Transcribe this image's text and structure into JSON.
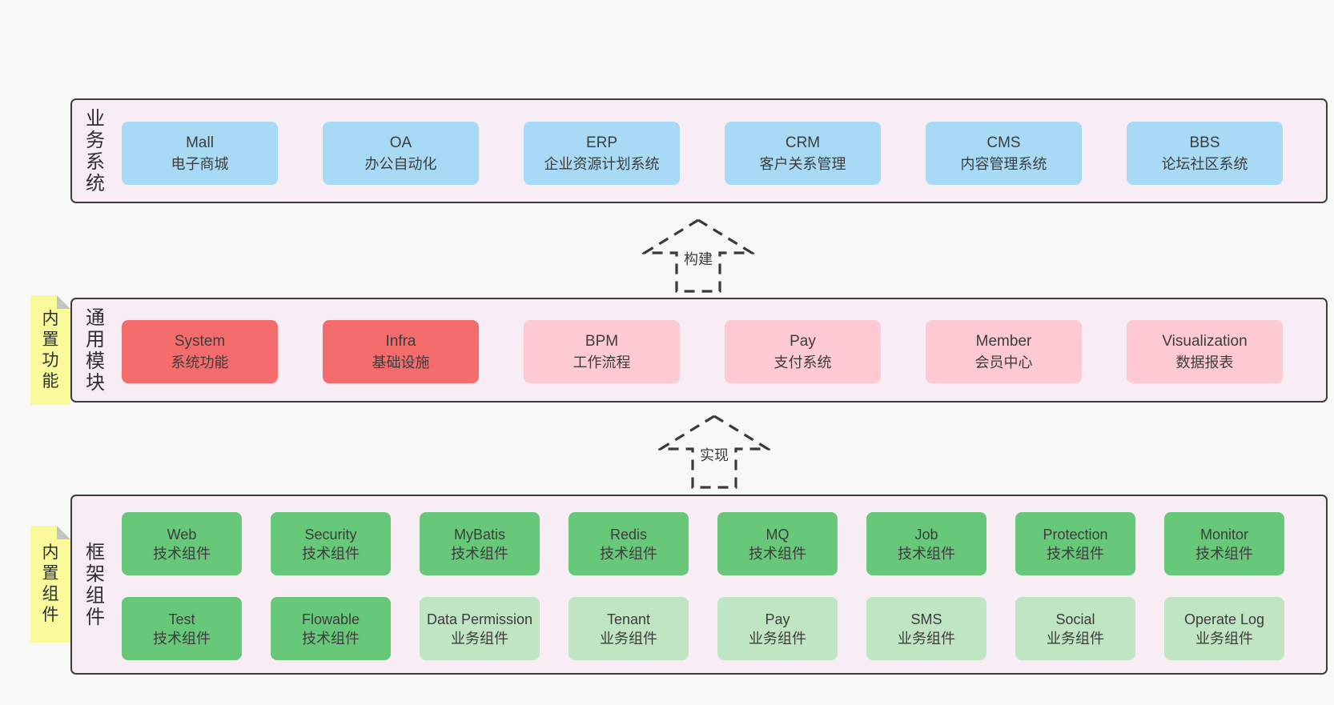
{
  "diagram": {
    "colors": {
      "page-bg": "#f8f8f8",
      "band-bg": "#f8edf5",
      "band-border": "#3d3d3d",
      "blue": "#a9daf5",
      "red": "#f56c6c",
      "pink": "#fdc9d3",
      "green-dark": "#67c87a",
      "green-light": "#bfe5c3",
      "note-bg": "#fafa9b",
      "note-fold": "#c2c4c6",
      "text": "#3c3c3c"
    },
    "bands": [
      {
        "label": "业务系统",
        "note": null,
        "rows": [
          [
            {
              "title": "Mall",
              "subtitle": "电子商城",
              "variant": "blue"
            },
            {
              "title": "OA",
              "subtitle": "办公自动化",
              "variant": "blue"
            },
            {
              "title": "ERP",
              "subtitle": "企业资源计划系统",
              "variant": "blue"
            },
            {
              "title": "CRM",
              "subtitle": "客户关系管理",
              "variant": "blue"
            },
            {
              "title": "CMS",
              "subtitle": "内容管理系统",
              "variant": "blue"
            },
            {
              "title": "BBS",
              "subtitle": "论坛社区系统",
              "variant": "blue"
            }
          ]
        ]
      },
      {
        "label": "通用模块",
        "note": "内置功能",
        "rows": [
          [
            {
              "title": "System",
              "subtitle": "系统功能",
              "variant": "red"
            },
            {
              "title": "Infra",
              "subtitle": "基础设施",
              "variant": "red"
            },
            {
              "title": "BPM",
              "subtitle": "工作流程",
              "variant": "pink"
            },
            {
              "title": "Pay",
              "subtitle": "支付系统",
              "variant": "pink"
            },
            {
              "title": "Member",
              "subtitle": "会员中心",
              "variant": "pink"
            },
            {
              "title": "Visualization",
              "subtitle": "数据报表",
              "variant": "pink"
            }
          ]
        ]
      },
      {
        "label": "框架组件",
        "note": "内置组件",
        "rows": [
          [
            {
              "title": "Web",
              "subtitle": "技术组件",
              "variant": "green"
            },
            {
              "title": "Security",
              "subtitle": "技术组件",
              "variant": "green"
            },
            {
              "title": "MyBatis",
              "subtitle": "技术组件",
              "variant": "green"
            },
            {
              "title": "Redis",
              "subtitle": "技术组件",
              "variant": "green"
            },
            {
              "title": "MQ",
              "subtitle": "技术组件",
              "variant": "green"
            },
            {
              "title": "Job",
              "subtitle": "技术组件",
              "variant": "green"
            },
            {
              "title": "Protection",
              "subtitle": "技术组件",
              "variant": "green"
            },
            {
              "title": "Monitor",
              "subtitle": "技术组件",
              "variant": "green"
            }
          ],
          [
            {
              "title": "Test",
              "subtitle": "技术组件",
              "variant": "green"
            },
            {
              "title": "Flowable",
              "subtitle": "技术组件",
              "variant": "green"
            },
            {
              "title": "Data Permission",
              "subtitle": "业务组件",
              "variant": "green-light"
            },
            {
              "title": "Tenant",
              "subtitle": "业务组件",
              "variant": "green-light"
            },
            {
              "title": "Pay",
              "subtitle": "业务组件",
              "variant": "green-light"
            },
            {
              "title": "SMS",
              "subtitle": "业务组件",
              "variant": "green-light"
            },
            {
              "title": "Social",
              "subtitle": "业务组件",
              "variant": "green-light"
            },
            {
              "title": "Operate Log",
              "subtitle": "业务组件",
              "variant": "green-light"
            }
          ]
        ]
      }
    ],
    "arrows": [
      {
        "label": "构建"
      },
      {
        "label": "实现"
      }
    ]
  }
}
